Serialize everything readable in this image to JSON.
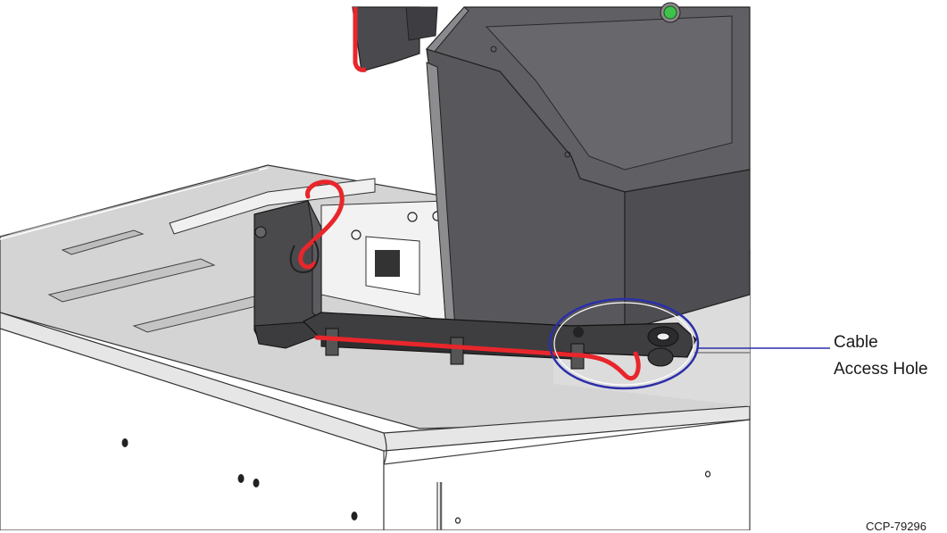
{
  "callout": {
    "line1": "Cable",
    "line2": "Access Hole"
  },
  "figure_id": "CCP-79296",
  "colors": {
    "cable": "#e8262b",
    "highlight_ellipse": "#2b2fa8",
    "housing_dark": "#5c5c60",
    "counter_top": "#d9d9d9",
    "bracket": "#4a4a4d"
  }
}
